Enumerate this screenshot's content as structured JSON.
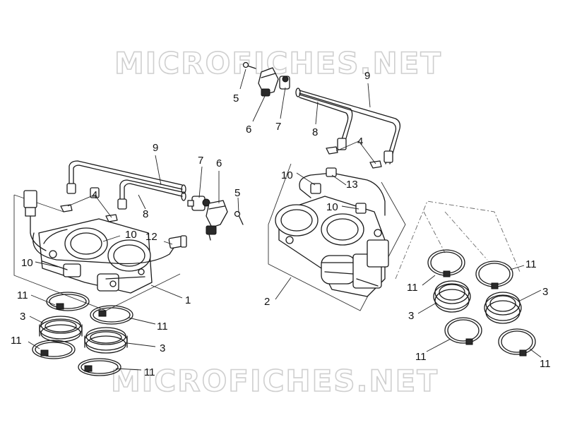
{
  "watermark": {
    "top": "MICROFICHES.NET",
    "bottom": "MICROFICHES.NET"
  },
  "callouts": {
    "c5_top": "5",
    "c6_top": "6",
    "c7_top": "7",
    "c8_top": "8",
    "c9_top": "9",
    "c4_top": "4",
    "c10_right_a": "10",
    "c13": "13",
    "c10_right_b": "10",
    "c2": "2",
    "c9_left": "9",
    "c7_left": "7",
    "c6_left": "6",
    "c4_left": "4",
    "c8_left": "8",
    "c5_left": "5",
    "c10_left_a": "10",
    "c12": "12",
    "c10_left_b": "10",
    "c1": "1",
    "c11_l1": "11",
    "c3_l1": "3",
    "c11_l2": "11",
    "c11_l3": "11",
    "c3_l2": "3",
    "c11_l4": "11",
    "c11_r1": "11",
    "c11_r2": "11",
    "c3_r1": "3",
    "c3_r2": "3",
    "c11_r3": "11",
    "c11_r4": "11"
  },
  "colors": {
    "line": "#1a1a1a",
    "watermark": "#cfcfcf",
    "background": "#ffffff"
  }
}
